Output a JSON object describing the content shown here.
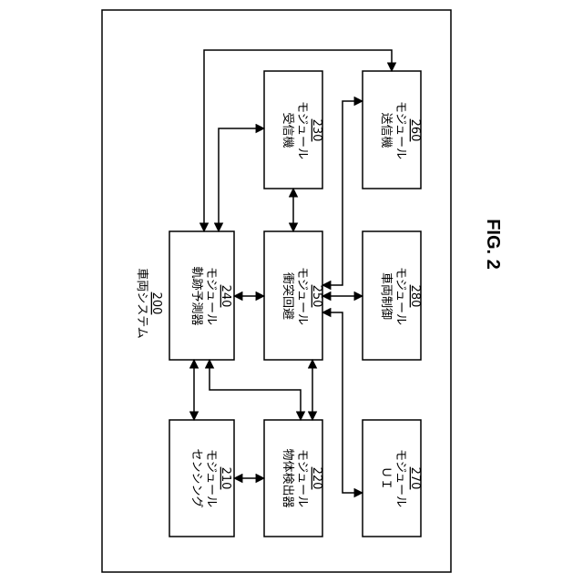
{
  "system": {
    "label": "車両システム",
    "number": "200"
  },
  "modules": {
    "sensing": {
      "line1": "センシング",
      "line2": "モジュール",
      "number": "210"
    },
    "object": {
      "line1": "物体検出器",
      "line2": "モジュール",
      "number": "220"
    },
    "receiver": {
      "line1": "受信機",
      "line2": "モジュール",
      "number": "230"
    },
    "trajectory": {
      "line1": "軌跡予測器",
      "line2": "モジュール",
      "number": "240"
    },
    "collision": {
      "line1": "衝突回避",
      "line2": "モジュール",
      "number": "250"
    },
    "transmitter": {
      "line1": "送信機",
      "line2": "モジュール",
      "number": "260"
    },
    "ui": {
      "line1": "ＵＩ",
      "line2": "モジュール",
      "number": "270"
    },
    "vehicle": {
      "line1": "車両制御",
      "line2": "モジュール",
      "number": "280"
    }
  },
  "figure": {
    "label": "FIG. 2"
  }
}
